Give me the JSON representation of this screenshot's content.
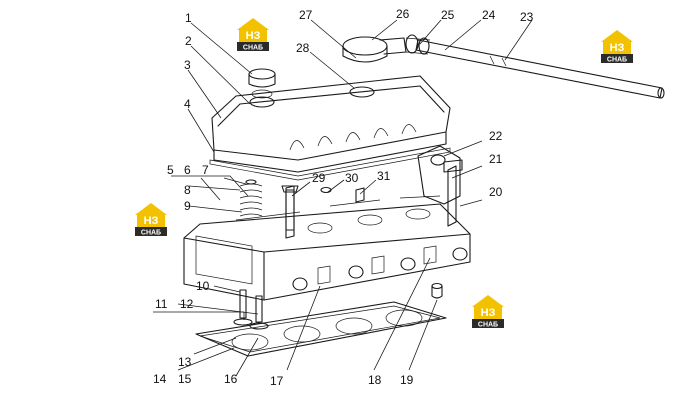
{
  "brand": {
    "logo_text": "НЗ",
    "logo_sub": "СНАБ",
    "colors": {
      "yellow": "#f2c200",
      "dark": "#2b2b2b",
      "line": "#1a1a1a"
    }
  },
  "callouts": {
    "c1": "1",
    "c2": "2",
    "c3": "3",
    "c4": "4",
    "c5": "5",
    "c6": "6",
    "c7": "7",
    "c8": "8",
    "c9": "9",
    "c10": "10",
    "c11": "11",
    "c12": "12",
    "c13": "13",
    "c14": "14",
    "c15": "15",
    "c16": "16",
    "c17": "17",
    "c18": "18",
    "c19": "19",
    "c20": "20",
    "c21": "21",
    "c22": "22",
    "c23": "23",
    "c24": "24",
    "c25": "25",
    "c26": "26",
    "c27": "27",
    "c28": "28",
    "c29": "29",
    "c30": "30",
    "c31": "31"
  }
}
